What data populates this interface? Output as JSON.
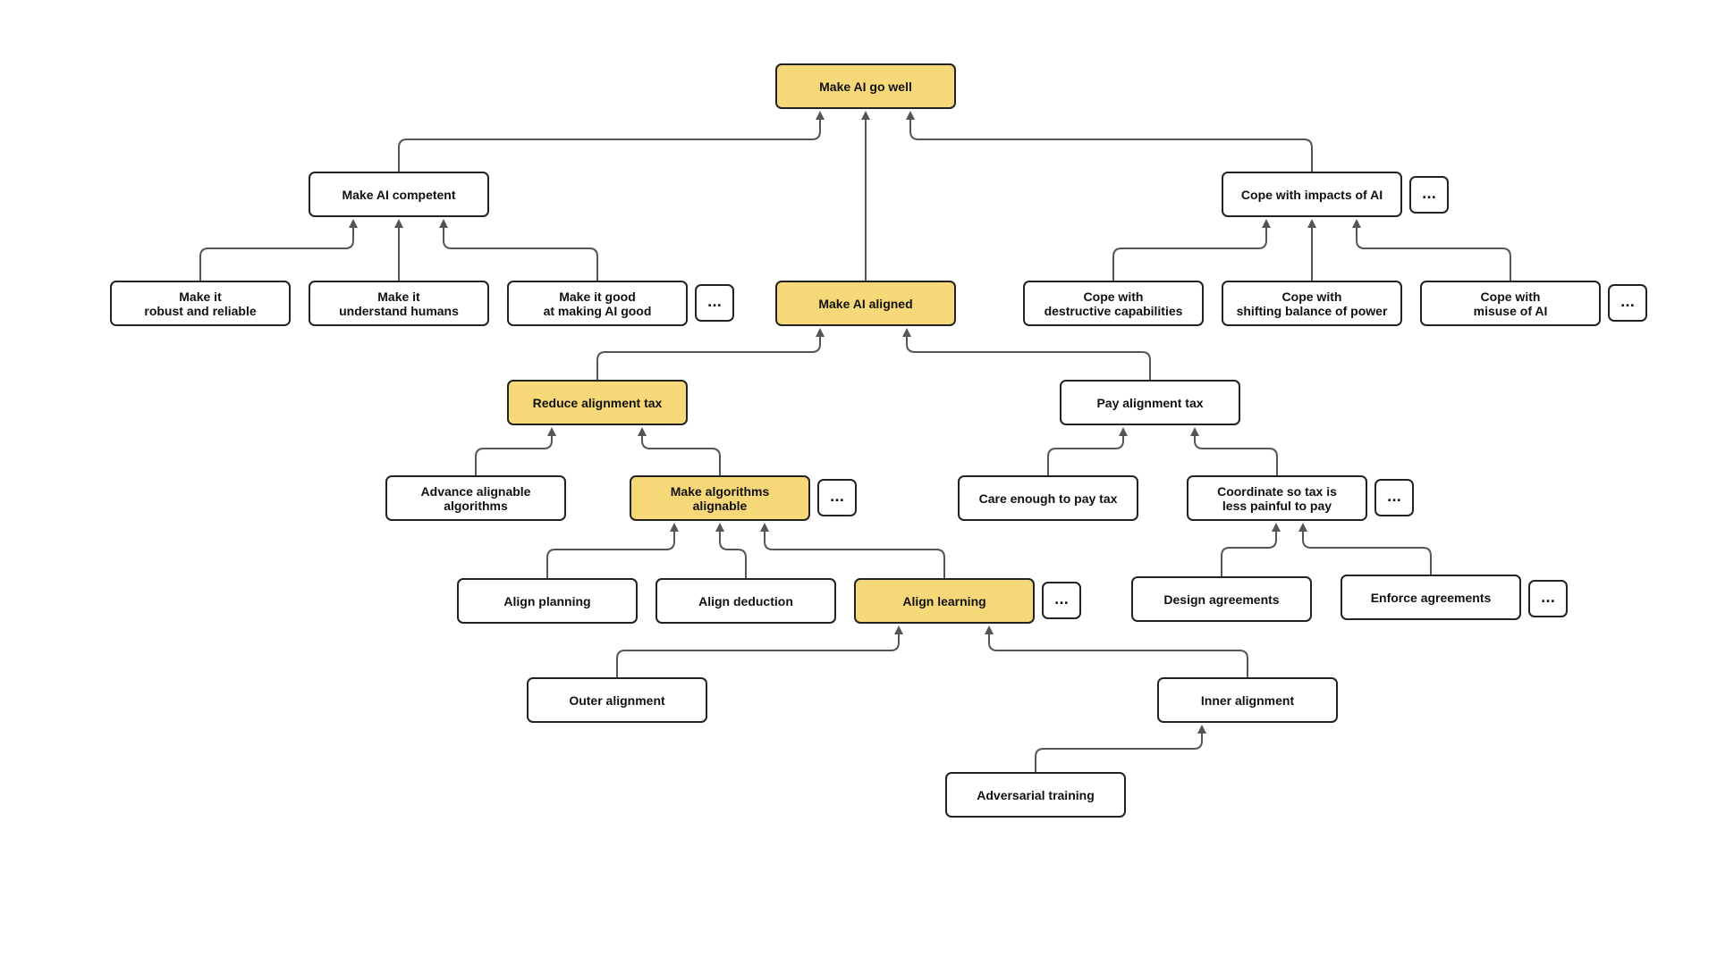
{
  "colors": {
    "highlight": "#f7d878",
    "border": "#222222",
    "edge": "#555555"
  },
  "more_label": "...",
  "nodes": {
    "root": {
      "label": "Make AI go well",
      "highlighted": true
    },
    "competent": {
      "label": "Make AI competent",
      "highlighted": false
    },
    "impacts": {
      "label": "Cope with impacts of AI",
      "highlighted": false
    },
    "robust": {
      "label": "Make it\nrobust and reliable",
      "highlighted": false
    },
    "understand": {
      "label": "Make it\nunderstand humans",
      "highlighted": false
    },
    "good": {
      "label": "Make it good\nat making AI good",
      "highlighted": false
    },
    "aligned": {
      "label": "Make AI aligned",
      "highlighted": true
    },
    "destructive": {
      "label": "Cope with\ndestructive capabilities",
      "highlighted": false
    },
    "shifting": {
      "label": "Cope with\nshifting balance of power",
      "highlighted": false
    },
    "misuse": {
      "label": "Cope with\nmisuse of AI",
      "highlighted": false
    },
    "reduce": {
      "label": "Reduce alignment tax",
      "highlighted": true
    },
    "pay": {
      "label": "Pay alignment tax",
      "highlighted": false
    },
    "advance": {
      "label": "Advance alignable\nalgorithms",
      "highlighted": false
    },
    "alignable": {
      "label": "Make algorithms\nalignable",
      "highlighted": true
    },
    "care": {
      "label": "Care enough to pay tax",
      "highlighted": false
    },
    "coordinate": {
      "label": "Coordinate so tax is\nless painful to pay",
      "highlighted": false
    },
    "planning": {
      "label": "Align planning",
      "highlighted": false
    },
    "deduction": {
      "label": "Align deduction",
      "highlighted": false
    },
    "learning": {
      "label": "Align learning",
      "highlighted": true
    },
    "design": {
      "label": "Design agreements",
      "highlighted": false
    },
    "enforce": {
      "label": "Enforce agreements",
      "highlighted": false
    },
    "outer": {
      "label": "Outer alignment",
      "highlighted": false
    },
    "inner": {
      "label": "Inner alignment",
      "highlighted": false
    },
    "adversarial": {
      "label": "Adversarial training",
      "highlighted": false
    }
  }
}
